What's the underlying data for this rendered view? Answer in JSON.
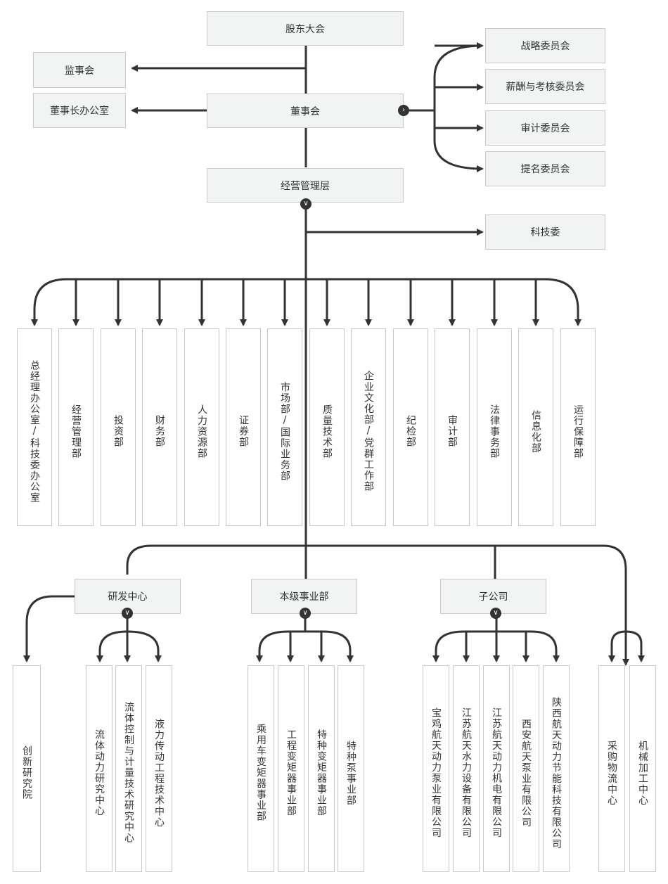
{
  "top": {
    "shareholders": "股东大会",
    "board": "董事会",
    "management": "经营管理层",
    "supervisors": "监事会",
    "chairman_office": "董事长办公室"
  },
  "committees": [
    "战略委员会",
    "薪酬与考核委员会",
    "审计委员会",
    "提名委员会"
  ],
  "tech_committee": "科技委",
  "departments": [
    "总经理办公室/科技委办公室",
    "经营管理部",
    "投资部",
    "财务部",
    "人力资源部",
    "证券部",
    "市场部/国际业务部",
    "质量技术部",
    "企业文化部/党群工作部",
    "纪检部",
    "审计部",
    "法律事务部",
    "信息化部",
    "运行保障部"
  ],
  "groups": {
    "rd_center": "研发中心",
    "business_units": "本级事业部",
    "subsidiaries": "子公司"
  },
  "rd_children": [
    "创新研究院",
    "流体动力研究中心",
    "流体控制与计量技术研究中心",
    "液力传动工程技术中心"
  ],
  "bu_children": [
    "乘用车变矩器事业部",
    "工程变矩器事业部",
    "特种变矩器事业部",
    "特种泵事业部"
  ],
  "sub_children": [
    "宝鸡航天动力泵业有限公司",
    "江苏航天水力设备有限公司",
    "江苏航天动力机电有限公司",
    "西安航天泵业有限公司",
    "陕西航天动力节能科技有限公司"
  ],
  "direct_children": [
    "采购物流中心",
    "机械加工中心"
  ]
}
